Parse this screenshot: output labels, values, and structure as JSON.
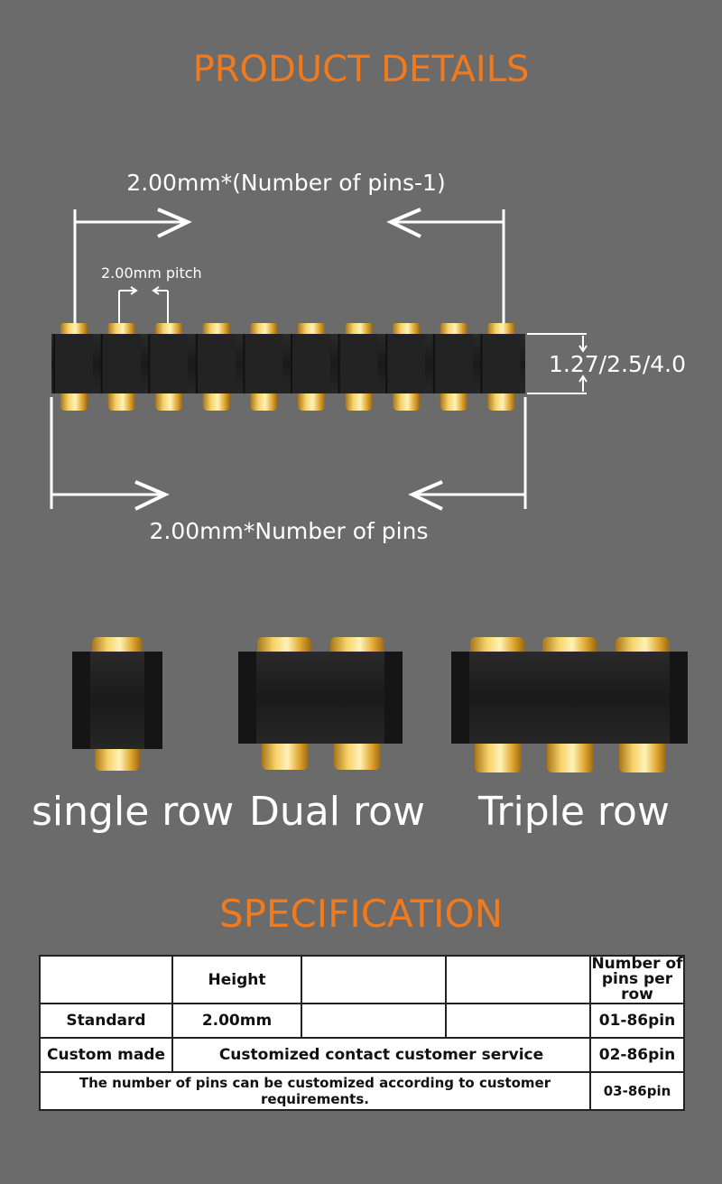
{
  "headings": {
    "product_details": "PRODUCT DETAILS",
    "specification": "SPECIFICATION"
  },
  "diagram": {
    "top_dimension": "2.00mm*(Number of pins-1)",
    "pitch_label": "2.00mm pitch",
    "height_label": "1.27/2.5/4.0",
    "bottom_dimension": "2.00mm*Number of pins"
  },
  "row_types": [
    "single row",
    "Dual row",
    "Triple row"
  ],
  "spec_table": {
    "header": [
      "",
      "Height",
      "",
      "",
      "Number of pins per row"
    ],
    "standard": {
      "label": "Standard",
      "height": "2.00mm",
      "pins": "01-86pin"
    },
    "custom": {
      "label": "Custom made",
      "note": "Customized contact customer service",
      "pins": "02-86pin"
    },
    "custom_pins": {
      "note": "The number of pins can be customized according to customer requirements.",
      "pins": "03-86pin"
    }
  },
  "colors": {
    "heading": "#f07a1c",
    "background": "#6b6b6b",
    "pin_gold": "#e8b53a",
    "housing": "#1f1f1f"
  }
}
